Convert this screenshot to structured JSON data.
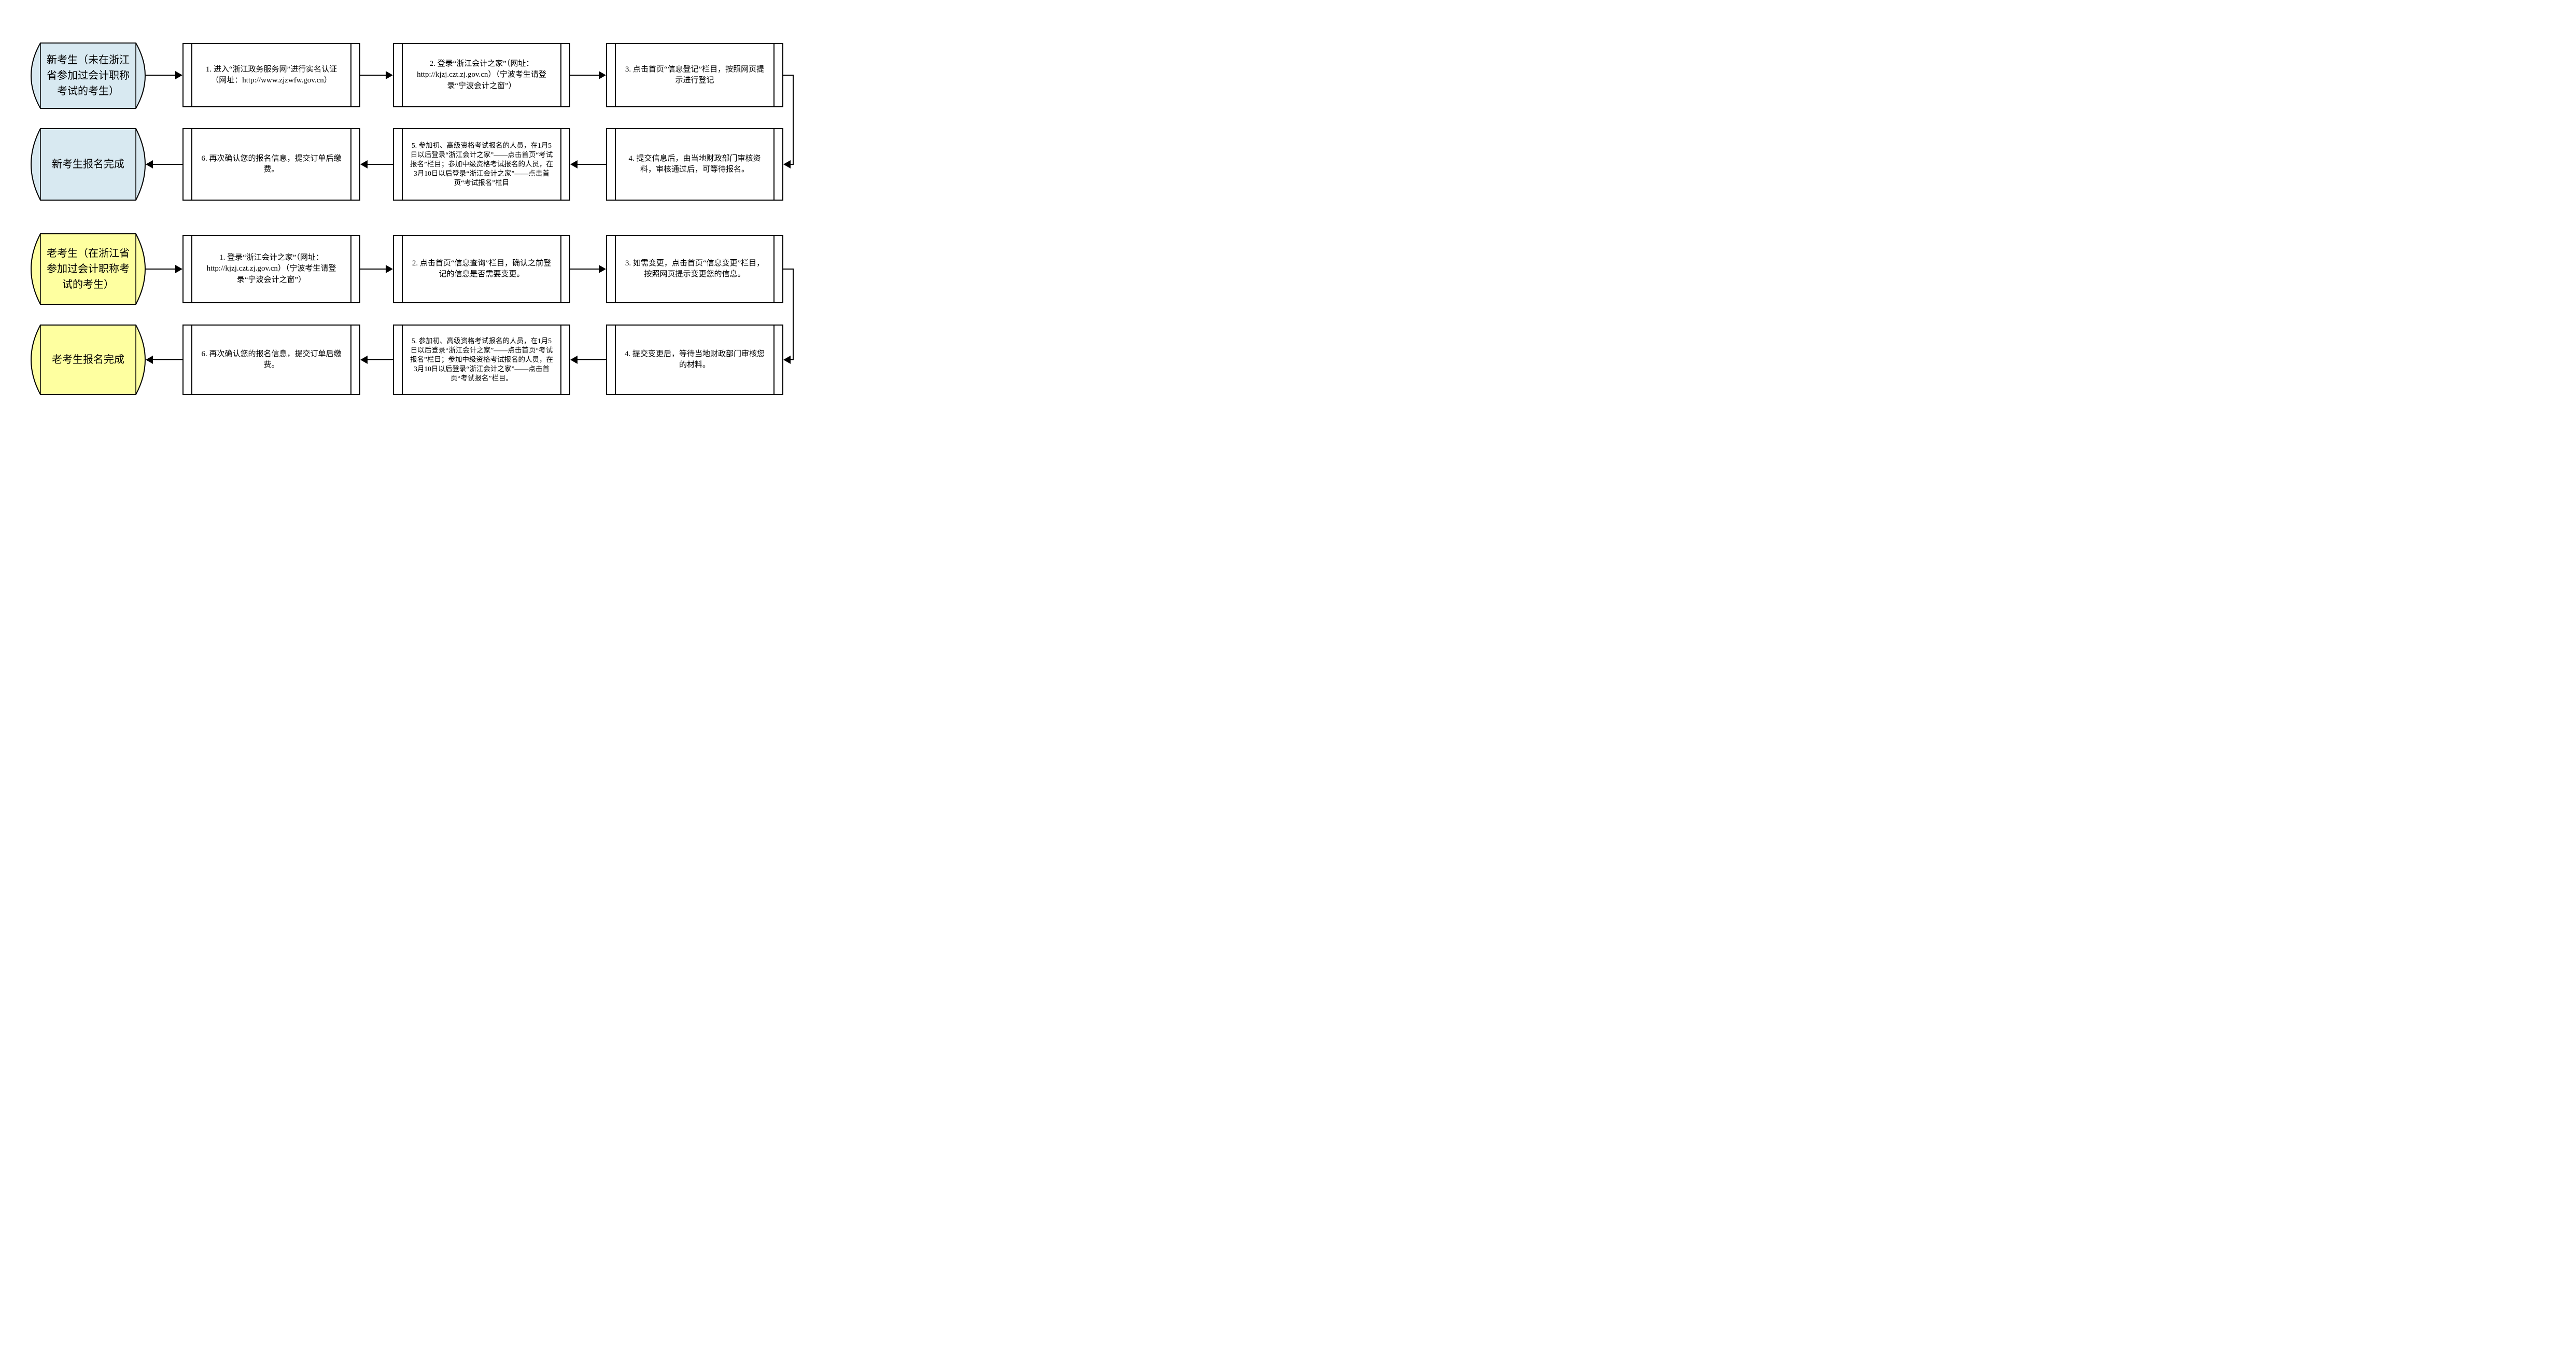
{
  "colors": {
    "new_flow_fill": "#d8e9f1",
    "old_flow_fill": "#feffa0",
    "line": "#000000",
    "background": "#ffffff"
  },
  "flows": [
    {
      "id": "new-candidate",
      "fill": "#d8e9f1",
      "start": "新考生（未在浙江省参加过会计职称考试的考生）",
      "end": "新考生报名完成",
      "steps": [
        "1. 进入“浙江政务服务网”进行实名认证（网址：http://www.zjzwfw.gov.cn）",
        "2. 登录“浙江会计之家”（网址：http://kjzj.czt.zj.gov.cn）（宁波考生请登录“宁波会计之窗”）",
        "3. 点击首页“信息登记”栏目，按照网页提示进行登记",
        "4. 提交信息后，由当地财政部门审核资料，审核通过后，可等待报名。",
        "5. 参加初、高级资格考试报名的人员，在1月5日以后登录“浙江会计之家”——点击首页“考试报名”栏目；参加中级资格考试报名的人员，在3月10日以后登录“浙江会计之家”——点击首页“考试报名”栏目",
        "6. 再次确认您的报名信息，提交订单后缴费。"
      ]
    },
    {
      "id": "old-candidate",
      "fill": "#feffa0",
      "start": "老考生（在浙江省参加过会计职称考试的考生）",
      "end": "老考生报名完成",
      "steps": [
        "1. 登录“浙江会计之家”（网址：http://kjzj.czt.zj.gov.cn）（宁波考生请登录“宁波会计之窗”）",
        "2. 点击首页“信息查询”栏目，确认之前登记的信息是否需要变更。",
        "3. 如需变更，点击首页“信息变更”栏目，按照网页提示变更您的信息。",
        "4. 提交变更后，等待当地财政部门审核您的材料。",
        "5. 参加初、高级资格考试报名的人员，在1月5日以后登录“浙江会计之家”——点击首页“考试报名”栏目；参加中级资格考试报名的人员，在3月10日以后登录“浙江会计之家”——点击首页“考试报名”栏目。",
        "6. 再次确认您的报名信息，提交订单后缴费。"
      ]
    }
  ]
}
